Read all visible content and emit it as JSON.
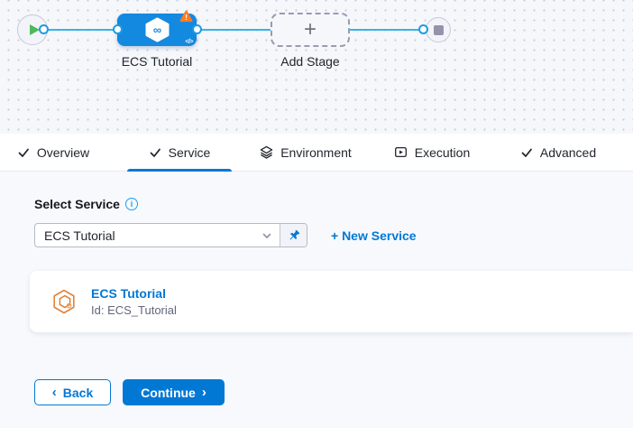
{
  "pipeline": {
    "stage": {
      "label": "ECS Tutorial",
      "code_badge": "</>",
      "warning_glyph": "!",
      "infinity_glyph": "∞"
    },
    "add_stage": {
      "label": "Add Stage",
      "plus_glyph": "+"
    }
  },
  "tabs": [
    {
      "label": "Overview",
      "icon": "check"
    },
    {
      "label": "Service",
      "icon": "check",
      "active": true
    },
    {
      "label": "Environment",
      "icon": "layers"
    },
    {
      "label": "Execution",
      "icon": "play-square"
    },
    {
      "label": "Advanced",
      "icon": "check"
    }
  ],
  "service_form": {
    "label": "Select Service",
    "info_glyph": "i",
    "select_value": "ECS Tutorial",
    "new_service": "+ New Service",
    "card": {
      "title": "ECS Tutorial",
      "id_line": "Id: ECS_Tutorial"
    }
  },
  "footer": {
    "back": "Back",
    "continue": "Continue",
    "back_chevron": "‹",
    "continue_chevron": "›"
  },
  "colors": {
    "primary_blue": "#0278d5",
    "node_blue": "#1389e0",
    "connector_blue": "#38b3e8",
    "warning_orange": "#ff7b21",
    "start_green": "#50b85a",
    "service_icon_orange": "#e2823a"
  }
}
